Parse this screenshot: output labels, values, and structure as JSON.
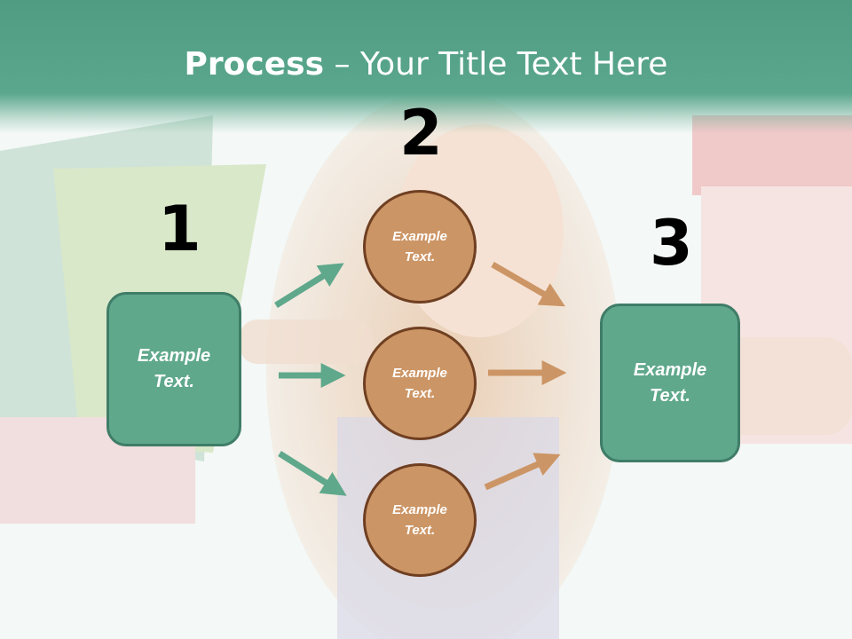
{
  "title": {
    "bold": "Process",
    "rest": " – Your Title Text Here"
  },
  "steps": {
    "one": "1",
    "two": "2",
    "three": "3"
  },
  "left_box": {
    "text": "Example\nText."
  },
  "right_box": {
    "text": "Example\nText."
  },
  "circles": [
    {
      "text": "Example\nText."
    },
    {
      "text": "Example\nText."
    },
    {
      "text": "Example\nText."
    }
  ],
  "colors": {
    "header": "#5aa78d",
    "box": "#5fa88c",
    "circle": "#cc9565",
    "arrow_green": "#5fa88c",
    "arrow_orange": "#cc9565"
  }
}
